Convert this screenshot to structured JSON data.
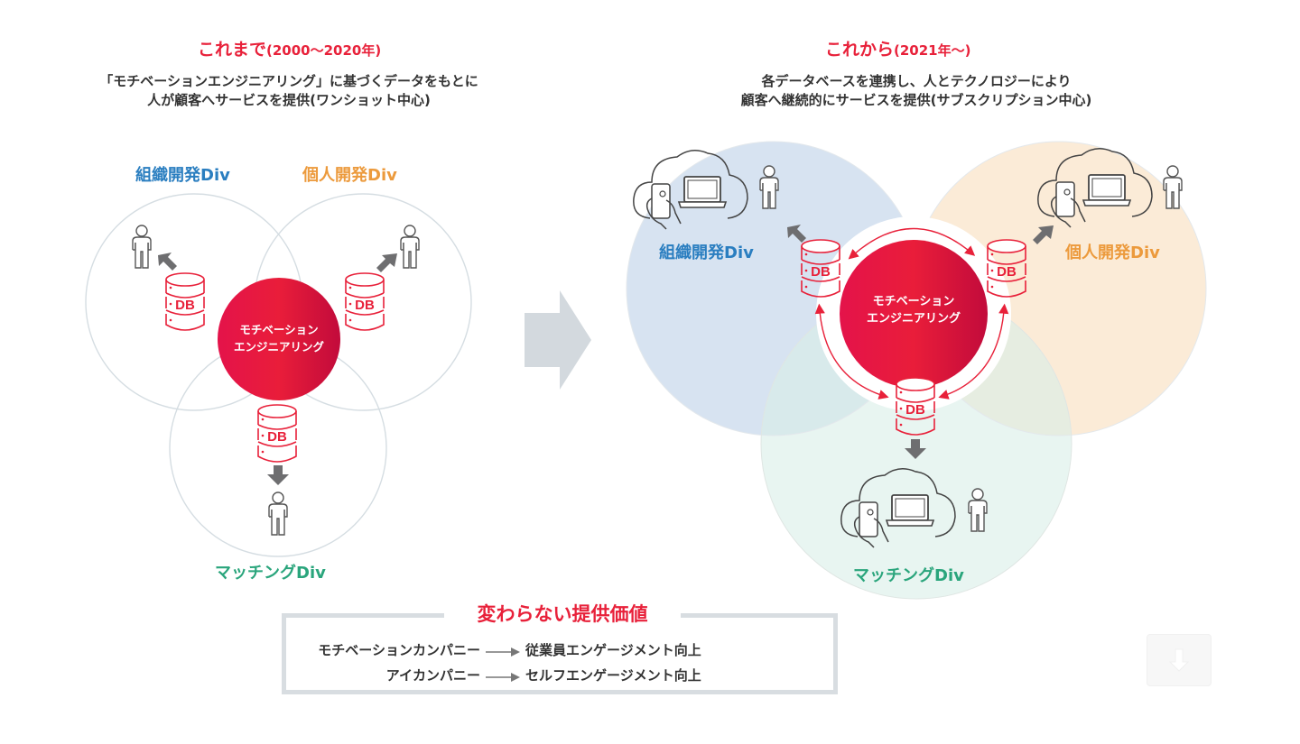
{
  "left": {
    "title": "これまで",
    "title_period": "(2000〜2020年)",
    "desc_line1": "「モチベーションエンジニアリング」に基づくデータをもとに",
    "desc_line2": "人が顧客へサービスを提供(ワンショット中心)",
    "divisions": [
      {
        "label": "組織開発Div",
        "color": "#2a7ec0"
      },
      {
        "label": "個人開発Div",
        "color": "#ec9a3c"
      },
      {
        "label": "マッチングDiv",
        "color": "#2aa57c"
      }
    ],
    "center_line1": "モチベーション",
    "center_line2": "エンジニアリング",
    "db_label": "DB"
  },
  "right": {
    "title": "これから",
    "title_period": "(2021年〜)",
    "desc_line1": "各データベースを連携し、人とテクノロジーにより",
    "desc_line2": "顧客へ継続的にサービスを提供(サブスクリプション中心)",
    "divisions": [
      {
        "label": "組織開発Div",
        "color": "#2a7ec0",
        "fill": "#dce6f1"
      },
      {
        "label": "個人開発Div",
        "color": "#ec9a3c",
        "fill": "#fbebd6"
      },
      {
        "label": "マッチングDiv",
        "color": "#2aa57c",
        "fill": "#e3f3ee"
      }
    ],
    "center_line1": "モチベーション",
    "center_line2": "エンジニアリング",
    "db_label": "DB"
  },
  "transition_arrow": "right-arrow",
  "value_box": {
    "title": "変わらない提供価値",
    "rows": [
      {
        "from": "モチベーションカンパニー",
        "to": "従業員エンゲージメント向上"
      },
      {
        "from": "アイカンパニー",
        "to": "セルフエンゲージメント向上"
      }
    ]
  },
  "colors": {
    "accent_red": "#e8213a",
    "arrow_gray": "#6e6e70",
    "circle_outline": "#d5dde2"
  },
  "download_button": {
    "icon": "download-icon"
  }
}
